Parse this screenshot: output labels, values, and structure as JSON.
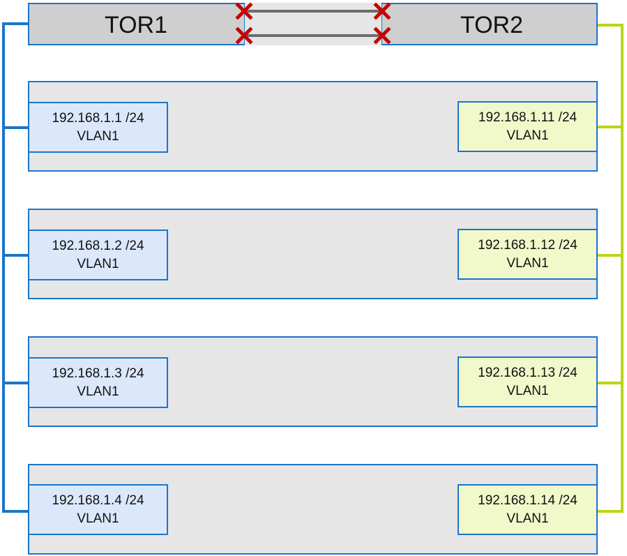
{
  "tors": [
    {
      "id": "tor1",
      "label": "TOR1",
      "color": "#1b75c9"
    },
    {
      "id": "tor2",
      "label": "TOR2",
      "color": "#bcd513"
    }
  ],
  "peer_links": [
    {
      "status": "broken",
      "marker": "red-x-icon"
    },
    {
      "status": "broken",
      "marker": "red-x-icon"
    }
  ],
  "hosts": [
    {
      "left_nic": {
        "ip": "192.168.1.1 /24",
        "vlan": "VLAN1"
      },
      "right_nic": {
        "ip": "192.168.1.11 /24",
        "vlan": "VLAN1"
      }
    },
    {
      "left_nic": {
        "ip": "192.168.1.2 /24",
        "vlan": "VLAN1"
      },
      "right_nic": {
        "ip": "192.168.1.12 /24",
        "vlan": "VLAN1"
      }
    },
    {
      "left_nic": {
        "ip": "192.168.1.3 /24",
        "vlan": "VLAN1"
      },
      "right_nic": {
        "ip": "192.168.1.13 /24",
        "vlan": "VLAN1"
      }
    },
    {
      "left_nic": {
        "ip": "192.168.1.4 /24",
        "vlan": "VLAN1"
      },
      "right_nic": {
        "ip": "192.168.1.14 /24",
        "vlan": "VLAN1"
      }
    }
  ],
  "colors": {
    "tor_bar": "#cfcfcf",
    "host_bg": "#e6e6e6",
    "border": "#1b75c9",
    "left_nic_bg": "#dbe8fb",
    "right_nic_bg": "#f1f8c9",
    "left_link": "#1b75c9",
    "right_link": "#bcd513",
    "peer_link": "#6d6d6d",
    "x_mark": "#c80000"
  }
}
